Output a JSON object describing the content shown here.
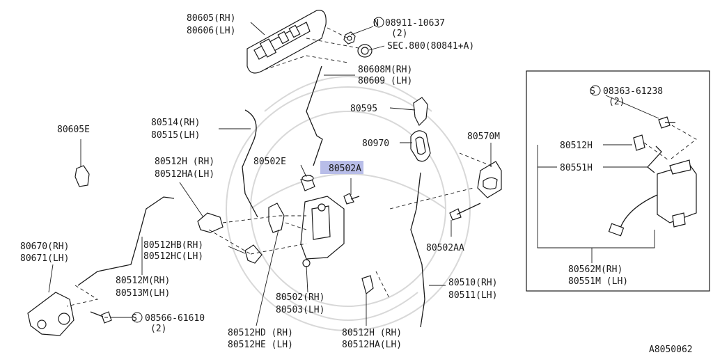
{
  "labels": {
    "p80605": "80605(RH)",
    "p80606": "80606(LH)",
    "n_mark": "N",
    "p08911": "08911-10637",
    "p08911_qty": "(2)",
    "sec800": "SEC.800(80841+A)",
    "p80608m": "80608M(RH)",
    "p80609": "80609 (LH)",
    "p80595": "80595",
    "p80970": "80970",
    "p80570m": "80570M",
    "p80514": "80514(RH)",
    "p80515": "80515(LH)",
    "p80605e": "80605E",
    "p80502e": "80502E",
    "p80502a": "80502A",
    "p80512h_upper": "80512H (RH)",
    "p80512ha_upper": "80512HA(LH)",
    "p80502aa": "80502AA",
    "p80670": "80670(RH)",
    "p80671": "80671(LH)",
    "p80512hb": "80512HB(RH)",
    "p80512hc": "80512HC(LH)",
    "p80512m": "80512M(RH)",
    "p80513m": "80513M(LH)",
    "p80510": "80510(RH)",
    "p80511": "80511(LH)",
    "p80502": "80502(RH)",
    "p80503": "80503(LH)",
    "s_mark": "S",
    "p08566": "08566-61610",
    "p08566_qty": "(2)",
    "p80512hd": "80512HD (RH)",
    "p80512he": "80512HE (LH)",
    "p80512h_lower": "80512H  (RH)",
    "p80512ha_lower": "80512HA(LH)"
  },
  "inset": {
    "p08363": "08363-61238",
    "p08363_qty": "(2)",
    "p80512h": "80512H",
    "p80551h": "80551H",
    "p80562m": "80562M(RH)",
    "p80551m": "80551M (LH)"
  },
  "diagram_code": "A8050062",
  "selected_part": "80502A",
  "colors": {
    "highlight": "#b8bde8",
    "line": "#1a1a1a",
    "watermark": "#d8d8d8"
  }
}
